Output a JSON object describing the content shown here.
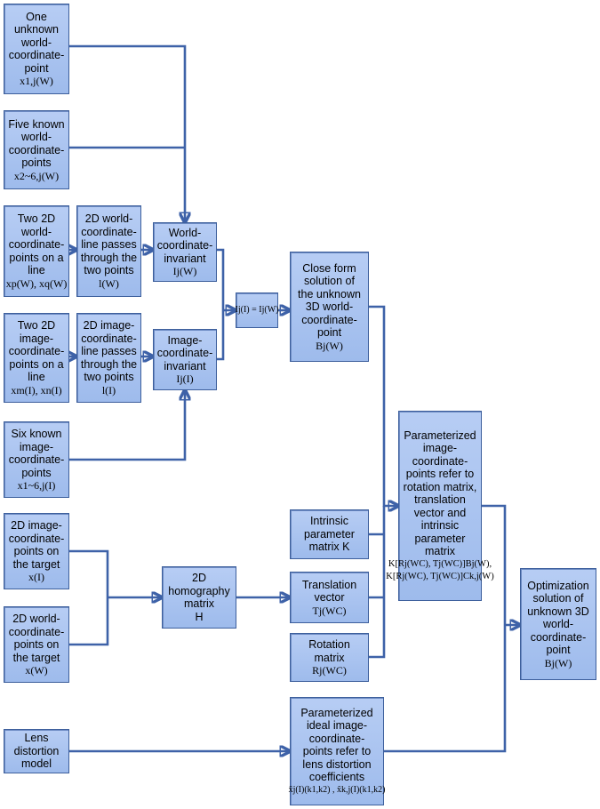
{
  "nodes": {
    "one_unknown": {
      "text": "One\nunknown\nworld-\ncoordinate-\npoint",
      "math": "x1,j(W)"
    },
    "five_known": {
      "text": "Five known\nworld-\ncoordinate-\npoints",
      "math": "x2~6,j(W)"
    },
    "two_2d_world": {
      "text": "Two 2D\nworld-\ncoordinate-\npoints on a\nline",
      "math": "xp(W), xq(W)"
    },
    "world_line": {
      "text": "2D world-\ncoordinate-\nline passes\nthrough the\ntwo  points",
      "math": "l(W)"
    },
    "two_2d_image": {
      "text": "Two 2D\nimage-\ncoordinate-\npoints on a\nline",
      "math": "xm(I), xn(I)"
    },
    "image_line": {
      "text": "2D image-\ncoordinate-\nline passes\nthrough the\ntwo points",
      "math": "l(I)"
    },
    "six_known": {
      "text": "Six known\nimage-\ncoordinate-\npoints",
      "math": "x1~6,j(I)"
    },
    "world_invariant": {
      "text": "World-\ncoordinate-\ninvariant",
      "math": "Ij(W)"
    },
    "image_invariant": {
      "text": "Image-\ncoordinate-\ninvariant",
      "math": "Ij(I)"
    },
    "equality": {
      "text": "",
      "math": "Ij(I) = Ij(W)"
    },
    "close_form": {
      "text": "Close form\nsolution of\nthe unknown\n3D world-\ncoordinate-\npoint",
      "math": "Bj(W)"
    },
    "image_target": {
      "text": "2D image-\ncoordinate-\npoints on\nthe target",
      "math": "x(I)"
    },
    "world_target": {
      "text": "2D world-\ncoordinate-\npoints on\nthe target",
      "math": "x(W)"
    },
    "homography": {
      "text": "2D\nhomography\nmatrix\nH",
      "math": ""
    },
    "intrinsic": {
      "text": "Intrinsic\nparameter\nmatrix K",
      "math": ""
    },
    "translation": {
      "text": "Translation\nvector",
      "math": "Tj(WC)"
    },
    "rotation": {
      "text": "Rotation\nmatrix",
      "math": "Rj(WC)"
    },
    "parameterized": {
      "text": "Parameterized\nimage-\ncoordinate-\npoints refer to\nrotation matrix,\ntranslation\nvector and\nintrinsic\nparameter\nmatrix",
      "math": "K[Rj(WC), Tj(WC)]Bj(W),",
      "math2": "K[Rj(WC), Tj(WC)]Ck,j(W)"
    },
    "lens_model": {
      "text": "Lens\ndistortion\nmodel",
      "math": ""
    },
    "lens_param": {
      "text": "Parameterized\nideal image-\ncoordinate-\npoints refer to\nlens distortion\ncoefficients",
      "math": "x̃j(I)(k1,k2) , x̃k,j(I)(k1,k2)"
    },
    "optimization": {
      "text": "Optimization\nsolution of\nunknown 3D\nworld-\ncoordinate-\npoint",
      "math": "Bj(W)"
    }
  },
  "colors": {
    "box_fill": "#a9c3f1",
    "box_border": "#3d5f9c",
    "connector": "#3e62a8"
  }
}
